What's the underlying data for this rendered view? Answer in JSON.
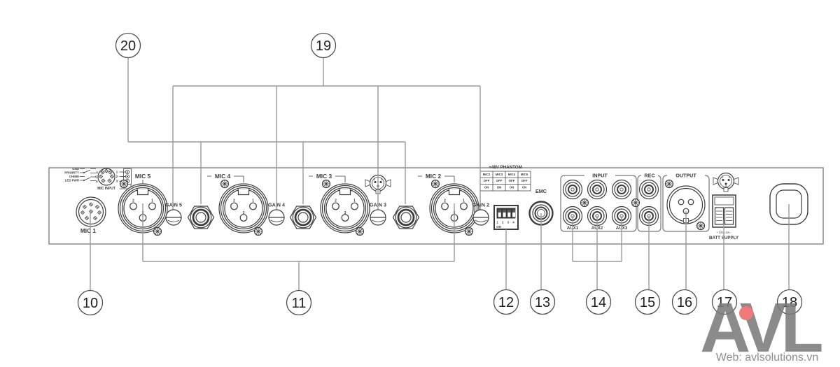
{
  "panel": {
    "mic_input_block": {
      "wires": [
        "GND",
        "PRIORITY",
        "CHIME",
        "LED PWR"
      ],
      "pins_left": [
        "4",
        "5",
        "6"
      ],
      "pins_right": [
        "1",
        "2",
        "3"
      ],
      "title": "MIC INPUT"
    },
    "mic1_label": "MIC 1",
    "xlr": {
      "mic5": "MIC 5",
      "mic4": "MIC 4",
      "mic3": "MIC 3",
      "mic2": "MIC 2",
      "pin1": "1",
      "pin2": "2",
      "pin3": "3"
    },
    "gains": {
      "gain5": "GAIN 5",
      "gain4": "GAIN 4",
      "gain3": "GAIN 3",
      "gain2": "GAIN 2"
    },
    "phantom": {
      "title": "+48V PHANTOM",
      "columns": [
        "MIC2",
        "MIC3",
        "MIC4",
        "MIC5"
      ],
      "off": [
        "OFF",
        "OFF",
        "OFF",
        "OFF"
      ],
      "on": [
        "ON",
        "ON",
        "ON",
        "ON"
      ]
    },
    "dip": {
      "numbers": "1 2 3 4",
      "on": "ON"
    },
    "emc_label": "EMC",
    "input": {
      "title": "INPUT",
      "aux": [
        "AUX1",
        "AUX2",
        "AUX3"
      ]
    },
    "rec_label": "REC",
    "output_label": "OUTPUT",
    "batt": {
      "rating": "+ 24V=3A -",
      "label": "BATT SUPPLY"
    }
  },
  "callouts": {
    "c10": "10",
    "c11": "11",
    "c12": "12",
    "c13": "13",
    "c14": "14",
    "c15": "15",
    "c16": "16",
    "c17": "17",
    "c18": "18",
    "c19": "19",
    "c20": "20"
  },
  "watermark": {
    "logo": "AVL",
    "web": "Web: avlsolutions.vn"
  },
  "colors": {
    "ink": "#3c3c3c",
    "leader": "#9a9a9a",
    "panel_border": "#8a8a8a",
    "logo_gray": "#7b7b7b",
    "logo_dot": "#f07a7a",
    "web_text": "#8e8e8e"
  }
}
